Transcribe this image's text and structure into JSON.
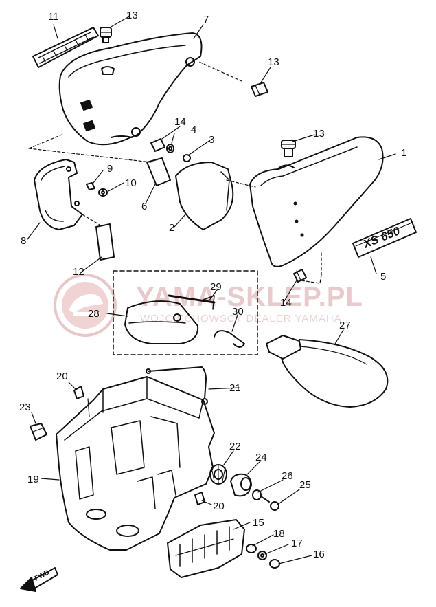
{
  "watermark": {
    "main": "YAMA-SKLEP.PL",
    "sub": "WOJCIECHOWSCY DEALER YAMAHA"
  },
  "badges": {
    "emblem": "XS 650",
    "direction": "FWD"
  },
  "colors": {
    "line": "#111111",
    "watermark": "#e9c9c9",
    "background": "#ffffff"
  },
  "parts": [
    "1",
    "2",
    "3",
    "4",
    "5",
    "6",
    "7",
    "8",
    "9",
    "10",
    "11",
    "12",
    "13",
    "13",
    "13",
    "14",
    "14",
    "15",
    "16",
    "17",
    "18",
    "19",
    "20",
    "20",
    "21",
    "22",
    "23",
    "24",
    "25",
    "26",
    "27",
    "28",
    "29",
    "30"
  ]
}
